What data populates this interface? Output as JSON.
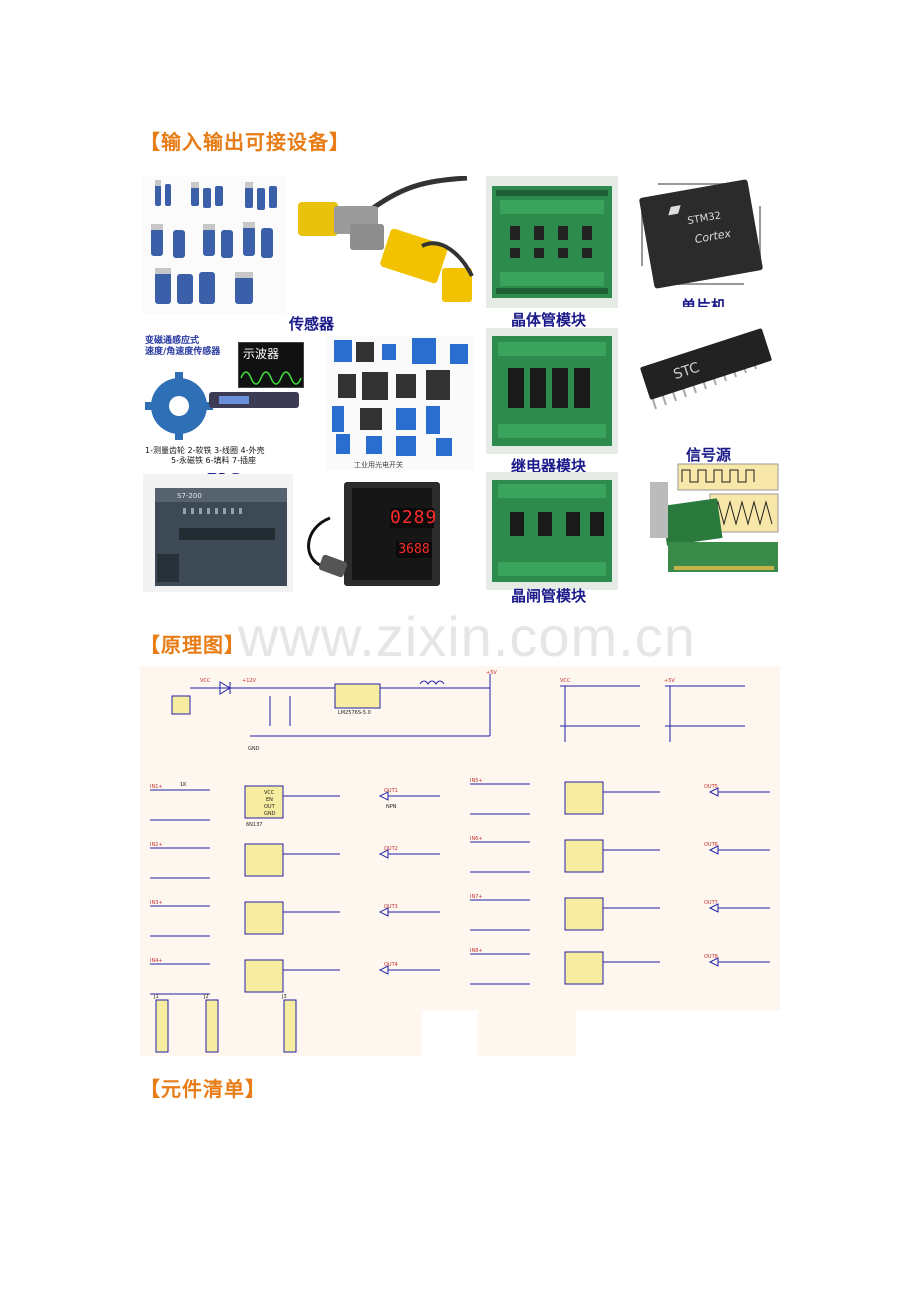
{
  "sections": {
    "io_devices": "【输入输出可接设备】",
    "schematic": "【原理图】",
    "bom": "【元件清单】"
  },
  "watermark": "www.zixin.com.cn",
  "captions": {
    "sensor": "传感器",
    "transistor_module": "晶体管模块",
    "mcu": "单片机",
    "relay_module": "继电器模块",
    "signal_source": "信号源",
    "plc": "PLC",
    "thyristor_module": "晶闸管模块"
  },
  "photo_text": {
    "oscilloscope": "示波器",
    "speed_sensor_title_1": "变磁通感应式",
    "speed_sensor_title_2": "速度/角速度传感器",
    "speed_sensor_legend_1": "1-测量齿轮   2-软铁   3-线圈   4-外壳",
    "speed_sensor_legend_2": "5-永磁铁   6-填料   7-插座",
    "photo_sensor_caption": "工业用光电开关",
    "display_value_1": "0289",
    "display_value_2": "3688",
    "stm_brand": "STM32",
    "stm_sub": "Cortex",
    "stc_brand": "STC",
    "plc_tag": "S7-200"
  },
  "schematic_labels": {
    "vcc": "VCC",
    "plus12": "+12V",
    "plus5": "+5V",
    "gnd": "GND",
    "lm_part": "LM2576S-5.0",
    "opto_part": "6N137",
    "npn": "NPN",
    "r1k": "1K",
    "chip_pins": [
      "VCC",
      "EN",
      "OUT",
      "GND"
    ],
    "inputs_left": [
      "IN1+",
      "IN2+",
      "IN3+",
      "IN4+"
    ],
    "inputs_right": [
      "IN5+",
      "IN6+",
      "IN7+",
      "IN8+"
    ],
    "outputs_left": [
      "OUT1",
      "OUT2",
      "OUT3",
      "OUT4"
    ],
    "outputs_right": [
      "OUT5",
      "OUT6",
      "OUT7",
      "OUT8"
    ],
    "connectors": [
      "J1",
      "J2",
      "J3"
    ]
  }
}
